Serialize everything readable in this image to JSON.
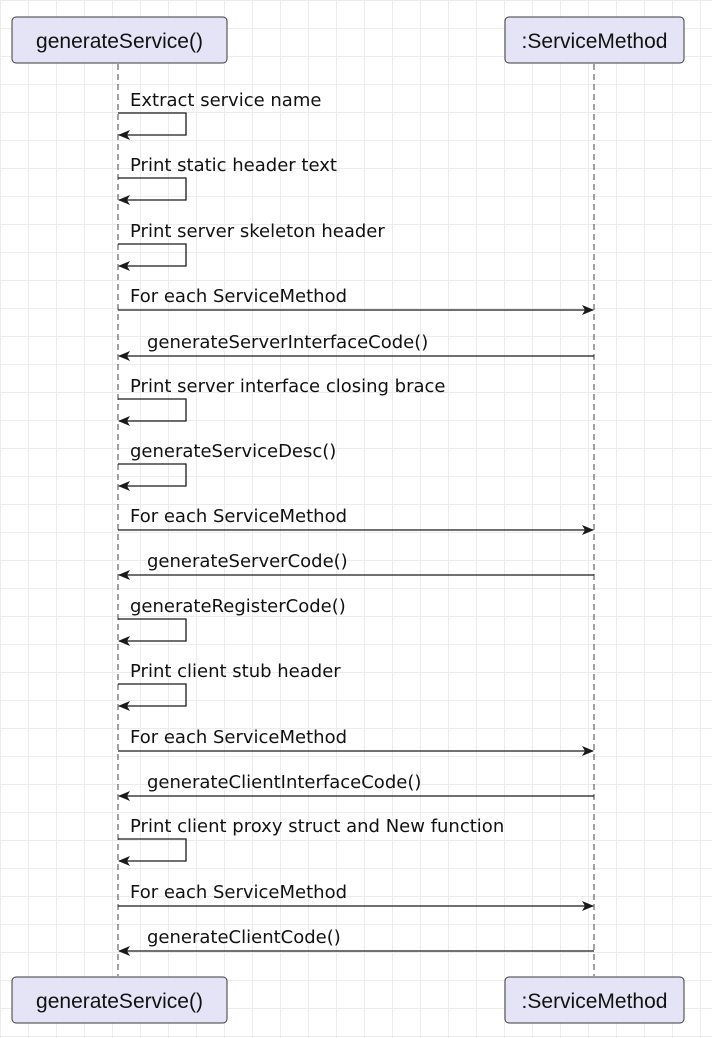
{
  "participants": [
    {
      "id": "generate_service",
      "label": "generateService()"
    },
    {
      "id": "service_method",
      "label": ":ServiceMethod"
    }
  ],
  "messages": [
    {
      "from": "generate_service",
      "to": "generate_service",
      "label": "Extract service name"
    },
    {
      "from": "generate_service",
      "to": "generate_service",
      "label": "Print static header text"
    },
    {
      "from": "generate_service",
      "to": "generate_service",
      "label": "Print server skeleton header"
    },
    {
      "from": "generate_service",
      "to": "service_method",
      "label": "For each ServiceMethod"
    },
    {
      "from": "service_method",
      "to": "generate_service",
      "label": "generateServerInterfaceCode()"
    },
    {
      "from": "generate_service",
      "to": "generate_service",
      "label": "Print server interface closing brace"
    },
    {
      "from": "generate_service",
      "to": "generate_service",
      "label": "generateServiceDesc()"
    },
    {
      "from": "generate_service",
      "to": "service_method",
      "label": "For each ServiceMethod"
    },
    {
      "from": "service_method",
      "to": "generate_service",
      "label": "generateServerCode()"
    },
    {
      "from": "generate_service",
      "to": "generate_service",
      "label": "generateRegisterCode()"
    },
    {
      "from": "generate_service",
      "to": "generate_service",
      "label": "Print client stub header"
    },
    {
      "from": "generate_service",
      "to": "service_method",
      "label": "For each ServiceMethod"
    },
    {
      "from": "service_method",
      "to": "generate_service",
      "label": "generateClientInterfaceCode()"
    },
    {
      "from": "generate_service",
      "to": "generate_service",
      "label": "Print client proxy struct and New function"
    },
    {
      "from": "generate_service",
      "to": "service_method",
      "label": "For each ServiceMethod"
    },
    {
      "from": "service_method",
      "to": "generate_service",
      "label": "generateClientCode()"
    }
  ]
}
